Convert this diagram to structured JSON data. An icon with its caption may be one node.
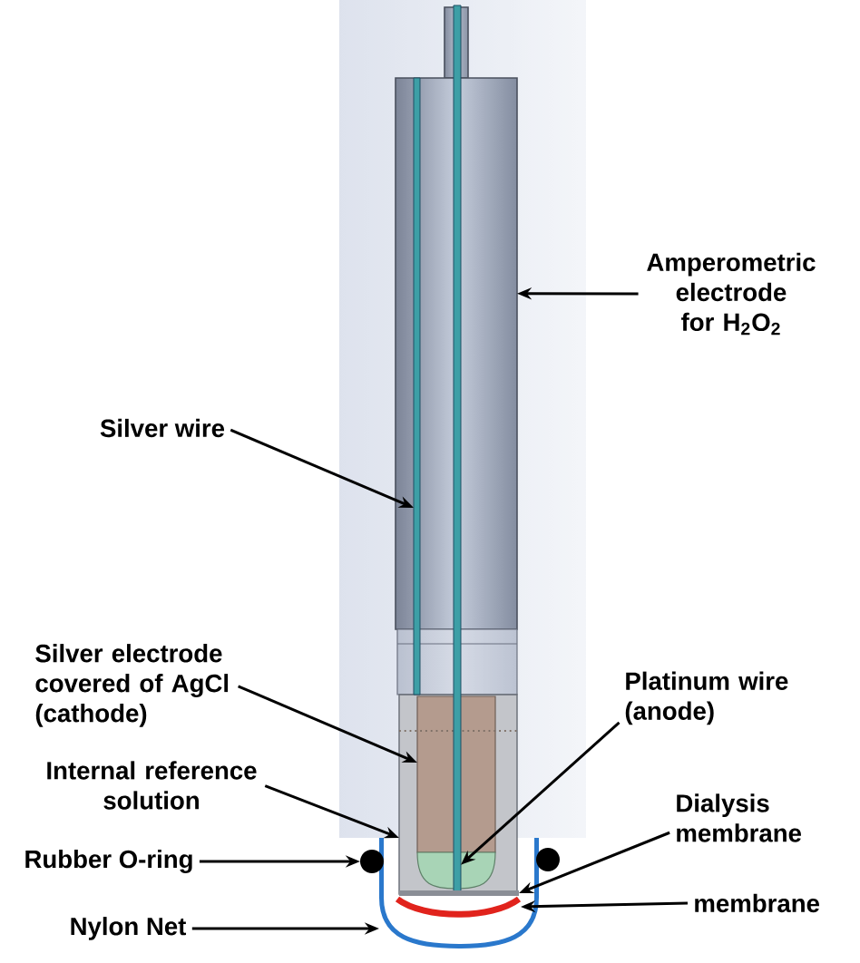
{
  "diagram": {
    "nodes": [
      {
        "text": [
          "Amperometric electrode for H$_{2}$O$_{2}$"
        ]
      },
      {
        "text": [
          "Silver wire"
        ]
      },
      {
        "text": [
          "Silver electrode covered of AgCl (cathode)"
        ]
      },
      {
        "text": [
          "Internal reference solution"
        ]
      },
      {
        "text": [
          "Rubber O-ring"
        ]
      },
      {
        "text": [
          "Nylon Net"
        ]
      },
      {
        "text": [
          "Platinum wire (anode)"
        ]
      },
      {
        "text": [
          "Dialysis membrane"
        ]
      },
      {
        "text": [
          "membrane"
        ]
      },
      {
        "text": [],
        "shape": "box"
      },
      {
        "text": [],
        "shape": "bar"
      },
      {
        "text": [],
        "shape": "bar"
      },
      {
        "text": [],
        "shape": "box"
      },
      {
        "text": [],
        "shape": "box",
        "in": 12
      },
      {
        "text": [],
        "shape": "circle"
      },
      {
        "text": [],
        "shape": "circle"
      },
      {
        "text": [],
        "shape": "line"
      },
      {
        "text": [],
        "shape": "cup"
      },
      {
        "text": [],
        "shape": "arc",
        "in": 17
      }
    ],
    "edges": [
      {
        "from": 0,
        "to": 9,
        "arrow": "to"
      },
      {
        "from": 1,
        "to": 10,
        "arrow": "to"
      },
      {
        "from": 2,
        "to": 13,
        "arrow": "to"
      },
      {
        "from": 3,
        "to": 12,
        "arrow": "to"
      },
      {
        "from": 4,
        "to": 14,
        "arrow": "to"
      },
      {
        "from": 5,
        "to": 17,
        "arrow": "to"
      },
      {
        "from": 6,
        "to": 11,
        "arrow": "to"
      },
      {
        "from": 7,
        "to": 16,
        "arrow": "to"
      },
      {
        "from": 8,
        "to": 18,
        "arrow": "to"
      }
    ]
  }
}
